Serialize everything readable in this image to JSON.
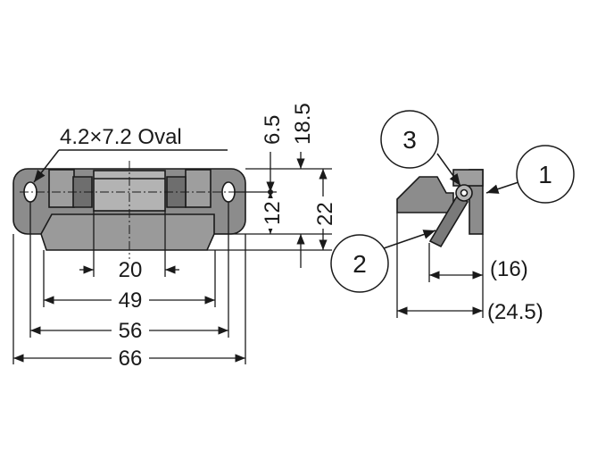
{
  "colors": {
    "body_fill": "#8c8c8c",
    "dark_fill": "#6e6e6e",
    "light_fill": "#b3b3b3",
    "line": "#1a1a1a",
    "background": "#ffffff"
  },
  "front_view": {
    "hole_label": "4.2×7.2 Oval",
    "dims_horizontal": [
      "20",
      "49",
      "56",
      "66"
    ],
    "dims_vertical": [
      "6.5",
      "18.5",
      "12",
      "22"
    ]
  },
  "side_view": {
    "callouts": [
      "1",
      "2",
      "3"
    ],
    "dims_horizontal": [
      "(16)",
      "(24.5)"
    ]
  }
}
